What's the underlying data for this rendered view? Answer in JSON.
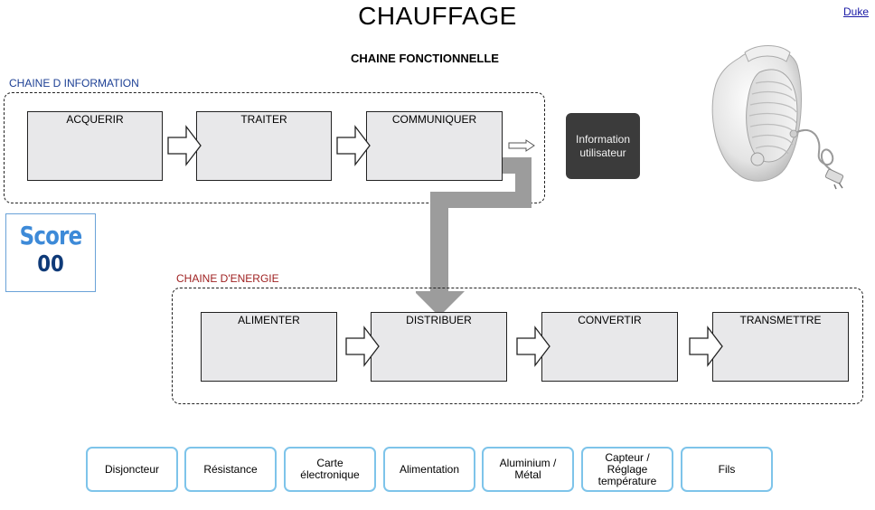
{
  "header": {
    "title": "CHAUFFAGE",
    "author_link": "Duke",
    "subtitle": "CHAINE FONCTIONNELLE"
  },
  "info_chain": {
    "label": "CHAINE D INFORMATION",
    "blocks": [
      "ACQUERIR",
      "TRAITER",
      "COMMUNIQUER"
    ],
    "output": "Information utilisateur"
  },
  "energy_chain": {
    "label": "CHAINE D'ENERGIE",
    "blocks": [
      "ALIMENTER",
      "DISTRIBUER",
      "CONVERTIR",
      "TRANSMETTRE"
    ]
  },
  "score": {
    "label": "Score",
    "value": "00"
  },
  "chips": [
    "Disjoncteur",
    "Résistance",
    "Carte électronique",
    "Alimentation",
    "Aluminium / Métal",
    "Capteur / Réglage température",
    "Fils"
  ],
  "colors": {
    "info_label": "#1c3f94",
    "energy_label": "#9e1e1e",
    "chip_border": "#7ec4ea",
    "score_label": "#3d8ad8",
    "score_value": "#0f3a78",
    "block_fill": "#e8e8ea",
    "info_user_bg": "#3b3b3b"
  },
  "icons": {
    "heater": "fan-heater-image",
    "flow_arrow": "block-arrow-right-icon",
    "link_arrow": "gray-elbow-arrow-icon"
  }
}
